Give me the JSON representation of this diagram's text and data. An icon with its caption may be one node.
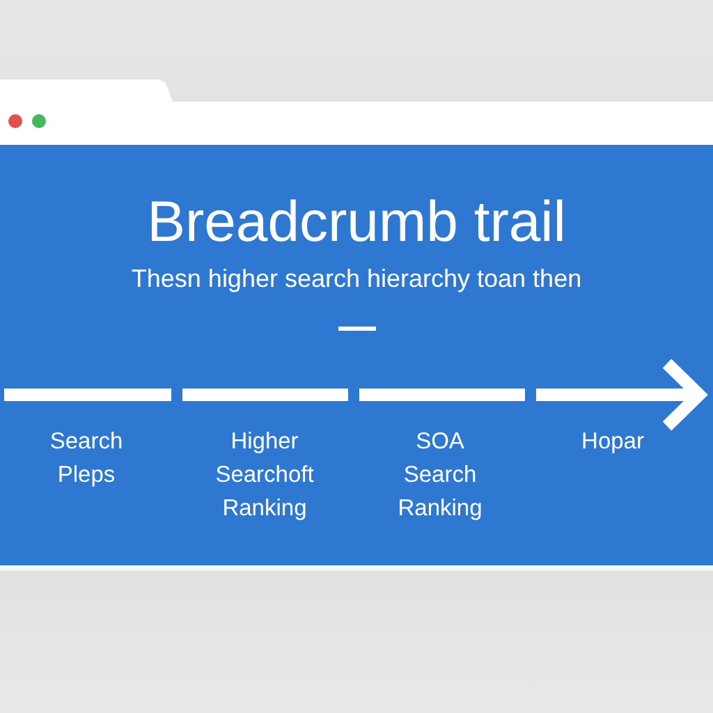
{
  "diagram": {
    "title": "Breadcrumb trail",
    "labels": [
      "Thesn higher search hierarchy toan then",
      "Search Pleps",
      "Higher Searchoft Ranking",
      "SOA Search Ranking",
      "Hopar"
    ]
  }
}
